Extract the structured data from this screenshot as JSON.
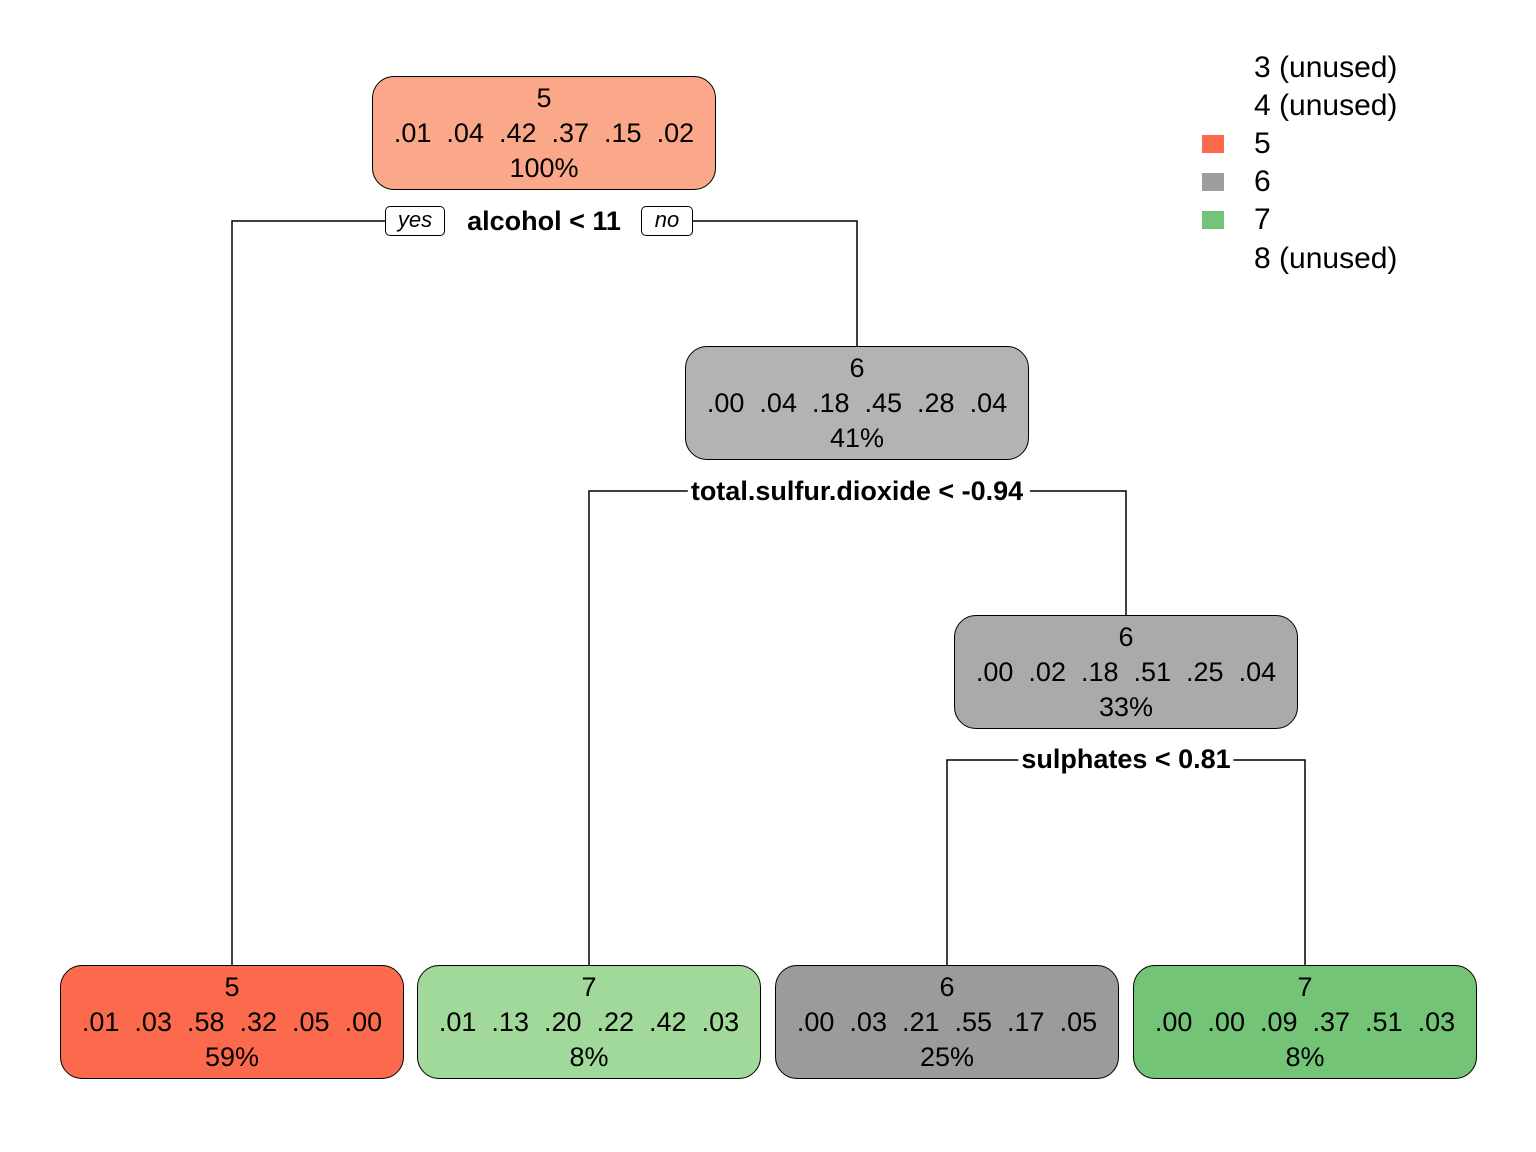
{
  "tree": {
    "nodes": {
      "root": {
        "class": "5",
        "probs": ".01  .04  .42  .37  .15  .02",
        "pct": "100%",
        "color": "#FBA78A"
      },
      "n2": {
        "class": "6",
        "probs": ".00  .04  .18  .45  .28  .04",
        "pct": "41%",
        "color": "#B3B3B3"
      },
      "n3": {
        "class": "6",
        "probs": ".00  .02  .18  .51  .25  .04",
        "pct": "33%",
        "color": "#AAAAAA"
      },
      "leaf1": {
        "class": "5",
        "probs": ".01  .03  .58  .32  .05  .00",
        "pct": "59%",
        "color": "#FC6A4D"
      },
      "leaf2": {
        "class": "7",
        "probs": ".01  .13  .20  .22  .42  .03",
        "pct": "8%",
        "color": "#A0D99A"
      },
      "leaf3": {
        "class": "6",
        "probs": ".00  .03  .21  .55  .17  .05",
        "pct": "25%",
        "color": "#9B9B9B"
      },
      "leaf4": {
        "class": "7",
        "probs": ".00  .00  .09  .37  .51  .03",
        "pct": "8%",
        "color": "#73C476"
      }
    },
    "splits": {
      "s1": "alcohol < 11",
      "s2": "total.sulfur.dioxide < -0.94",
      "s3": "sulphates < 0.81"
    },
    "branch_tags": {
      "yes": "yes",
      "no": "no"
    }
  },
  "legend": [
    {
      "label": "3 (unused)",
      "color": ""
    },
    {
      "label": "4 (unused)",
      "color": ""
    },
    {
      "label": "5",
      "color": "#FC6A4D"
    },
    {
      "label": "6",
      "color": "#9E9E9E"
    },
    {
      "label": "7",
      "color": "#73C476"
    },
    {
      "label": "8 (unused)",
      "color": ""
    }
  ]
}
